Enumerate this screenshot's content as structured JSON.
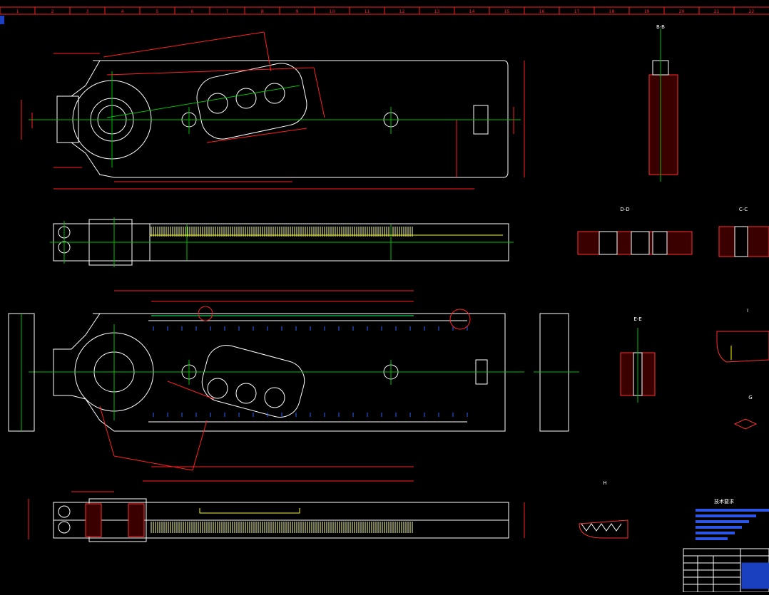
{
  "colors": {
    "background": "#000000",
    "outline": "#ffffff",
    "dimension": "#ff2020",
    "centerline": "#00c000",
    "hatch": "#ff3030",
    "rack": "#ffffaa",
    "slot": "#ffff00",
    "leader_box": "#ff0000",
    "title_block": "#3060ff",
    "tag_bg": "#1a3fbf"
  },
  "ruler": {
    "numbers": [
      "1",
      "2",
      "3",
      "4",
      "5",
      "6",
      "7",
      "8",
      "9",
      "10",
      "11",
      "12",
      "13",
      "14",
      "15",
      "16",
      "17",
      "18",
      "19",
      "20",
      "21",
      "22"
    ]
  },
  "views": {
    "upper_plan": {
      "slot_holes": 3
    },
    "section_a": {
      "label": "B-B"
    },
    "section_b": {
      "label": "D-D"
    },
    "section_c": {
      "label": "C-C"
    },
    "section_d": {
      "label": "E-E"
    },
    "section_e": {
      "label": "I"
    },
    "detail_g": {
      "label": "G"
    },
    "detail_h": {
      "label": "H"
    }
  },
  "notes": {
    "title": "技术要求"
  }
}
